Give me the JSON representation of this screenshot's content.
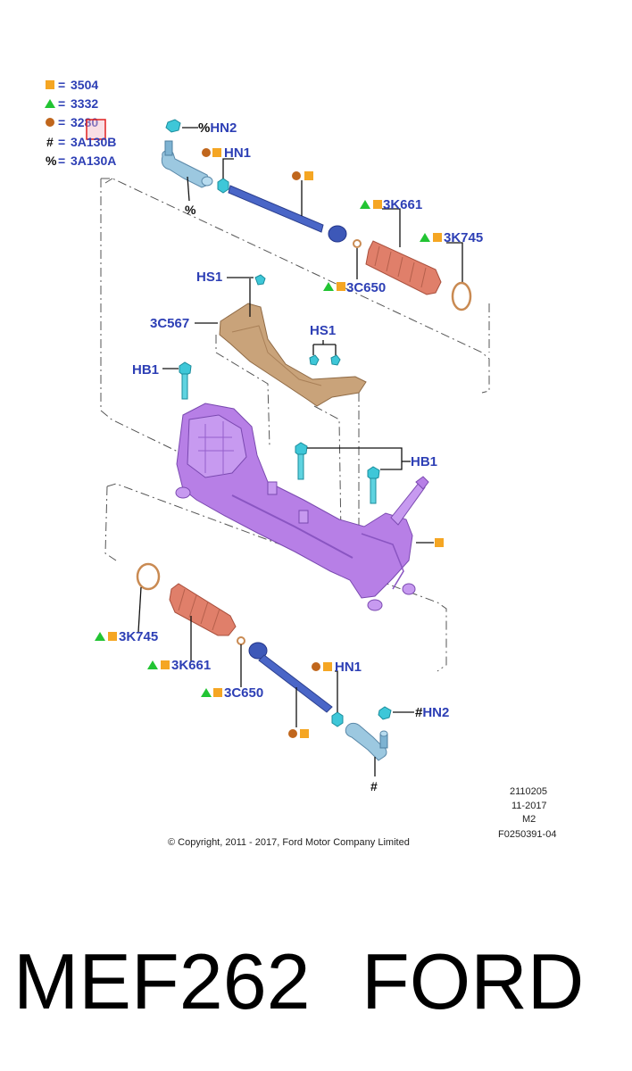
{
  "legend": [
    {
      "symbol": "square",
      "code": "3504"
    },
    {
      "symbol": "triangle",
      "code": "3332"
    },
    {
      "symbol": "circle",
      "code": "3280"
    },
    {
      "symbol": "#",
      "code": "3A130B"
    },
    {
      "symbol": "%",
      "code": "3A130A"
    }
  ],
  "legend_eq": "=",
  "marks": {
    "hash": "#",
    "percent": "%"
  },
  "labels": {
    "hn2_top": "HN2",
    "hn1_top": "HN1",
    "k661_top": "3K661",
    "k745_top": "3K745",
    "c650_top": "3C650",
    "hs1_left": "HS1",
    "c567": "3C567",
    "hs1_center": "HS1",
    "hb1_left": "HB1",
    "hb1_right": "HB1",
    "k745_bottom": "3K745",
    "k661_bottom": "3K661",
    "c650_bottom": "3C650",
    "hn1_bottom": "HN1",
    "hn2_bottom": "HN2"
  },
  "info": {
    "code1": "2110205",
    "date": "11-2017",
    "rev": "M2",
    "ref": "F0250391-04",
    "copyright": "© Copyright, 2011 - 2017, Ford Motor Company Limited"
  },
  "caption": {
    "part": "MEF262",
    "brand": "FORD"
  },
  "colors": {
    "label_blue": "#2d3fb5",
    "square_orange": "#f5a623",
    "triangle_green": "#22c433",
    "circle_brown": "#c0661c",
    "rack_purple": "#b77fe6",
    "boot_salmon": "#e07f6a",
    "shield_tan": "#c9a37a",
    "tie_rod_blue": "#4a66c7",
    "fastener_cyan": "#3ec7d8"
  },
  "icons": {
    "square": "square-icon",
    "triangle": "triangle-icon",
    "circle": "circle-icon"
  }
}
